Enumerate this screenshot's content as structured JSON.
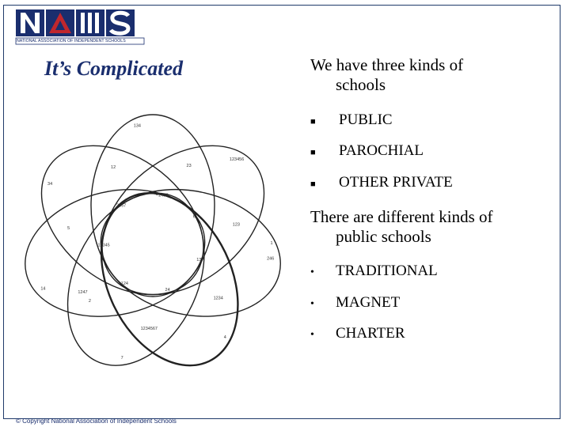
{
  "header": {
    "logo_text": "NAIS",
    "logo_caption": "NATIONAL ASSOCIATION OF INDEPENDENT SCHOOLS"
  },
  "slide": {
    "title": "It’s Complicated",
    "section1": {
      "heading_line1": "We have three kinds of",
      "heading_line2": "schools",
      "bullets": [
        "PUBLIC",
        "PAROCHIAL",
        "OTHER PRIVATE"
      ]
    },
    "section2": {
      "heading_line1": "There are different kinds of",
      "heading_line2": "public schools",
      "bullets": [
        "TRADITIONAL",
        "MAGNET",
        "CHARTER"
      ]
    }
  },
  "diagram_labels": [
    "1",
    "2",
    "3",
    "4",
    "5",
    "6",
    "7",
    "12",
    "13",
    "14",
    "23",
    "24",
    "34",
    "123",
    "124",
    "134",
    "1234",
    "12345",
    "123456",
    "1234567",
    "2357",
    "246",
    "1247",
    "2456"
  ],
  "footer": {
    "copyright": "© Copyright National Association of Independent Schools"
  },
  "colors": {
    "title": "#1a2e6e",
    "logo_blue": "#1a2e6e",
    "frame": "#1f3a6a"
  }
}
